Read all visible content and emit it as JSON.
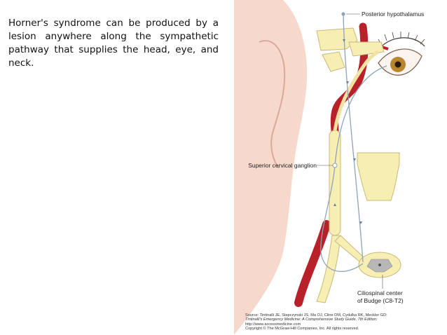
{
  "slide": {
    "body_text": "Horner's syndrome can be produced by a lesion anywhere along the sympathetic pathway that supplies the head, eye, and neck."
  },
  "figure": {
    "labels": {
      "posterior_hypothalamus": "Posterior hypothalamus",
      "superior_cervical_ganglion": "Superior cervical ganglion",
      "ciliospinal_line1": "Ciliospinal center",
      "ciliospinal_line2": "of Budge (C8-T2)"
    },
    "credit": {
      "line1": "Source: Tintinalli JE, Stapczynski JS, Ma OJ, Cline DM, Cydulka RK, Meckler GD:",
      "line2": "Tintinalli's Emergency Medicine: A Comprehensive Study Guide, 7th Edition:",
      "line3": "http://www.accessmedicine.com",
      "line4": "Copyright © The McGraw-Hill Companies, Inc. All rights reserved."
    },
    "colors": {
      "nerve_yellow": "#f7eeb4",
      "nerve_outline": "#c9b878",
      "artery_red": "#b8202a",
      "skin": "#f6d9cc",
      "pathway_blue": "#8fa3b8"
    }
  }
}
